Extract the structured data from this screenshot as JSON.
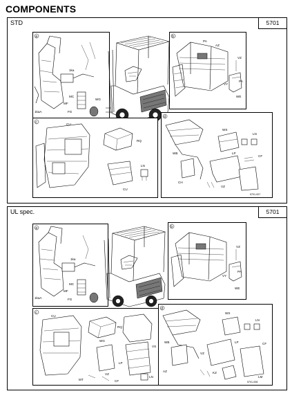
{
  "page": {
    "title": "COMPONENTS"
  },
  "std": {
    "label": "STD",
    "code": "5701",
    "fig_a": {
      "num": "a",
      "labels": [
        "1ka",
        "1kaA",
        "MC",
        "MF",
        "FG",
        "WG",
        "TS"
      ]
    },
    "fig_b": {
      "num": "b",
      "labels": [
        "PA",
        "VZ",
        "PA",
        "VY",
        "WE",
        "AZ"
      ]
    },
    "fig_c": {
      "num": "c",
      "labels": [
        "CU",
        "RQ",
        "LN",
        "CU"
      ]
    },
    "fig_d": {
      "num": "d",
      "labels": [
        "WS",
        "LN",
        "WB",
        "LP",
        "CF",
        "CH",
        "VZ"
      ],
      "ref": "5701-007"
    }
  },
  "ul": {
    "label": "UL spec.",
    "code": "5701",
    "fig_a": {
      "num": "a",
      "labels": [
        "1ka",
        "1kaA",
        "MC",
        "MF",
        "FG"
      ]
    },
    "fig_b": {
      "num": "b",
      "labels": [
        "VZ",
        "PA",
        "VY",
        "WE"
      ]
    },
    "fig_c": {
      "num": "c",
      "labels": [
        "CU",
        "RQ",
        "WG",
        "VZ",
        "VS",
        "LP",
        "LN",
        "CF",
        "MT"
      ]
    },
    "fig_d": {
      "num": "d",
      "labels": [
        "WS",
        "LN",
        "WB",
        "LP",
        "VZ",
        "CF",
        "AZ",
        "KZ",
        "LM"
      ],
      "ref": "5701-008"
    }
  }
}
